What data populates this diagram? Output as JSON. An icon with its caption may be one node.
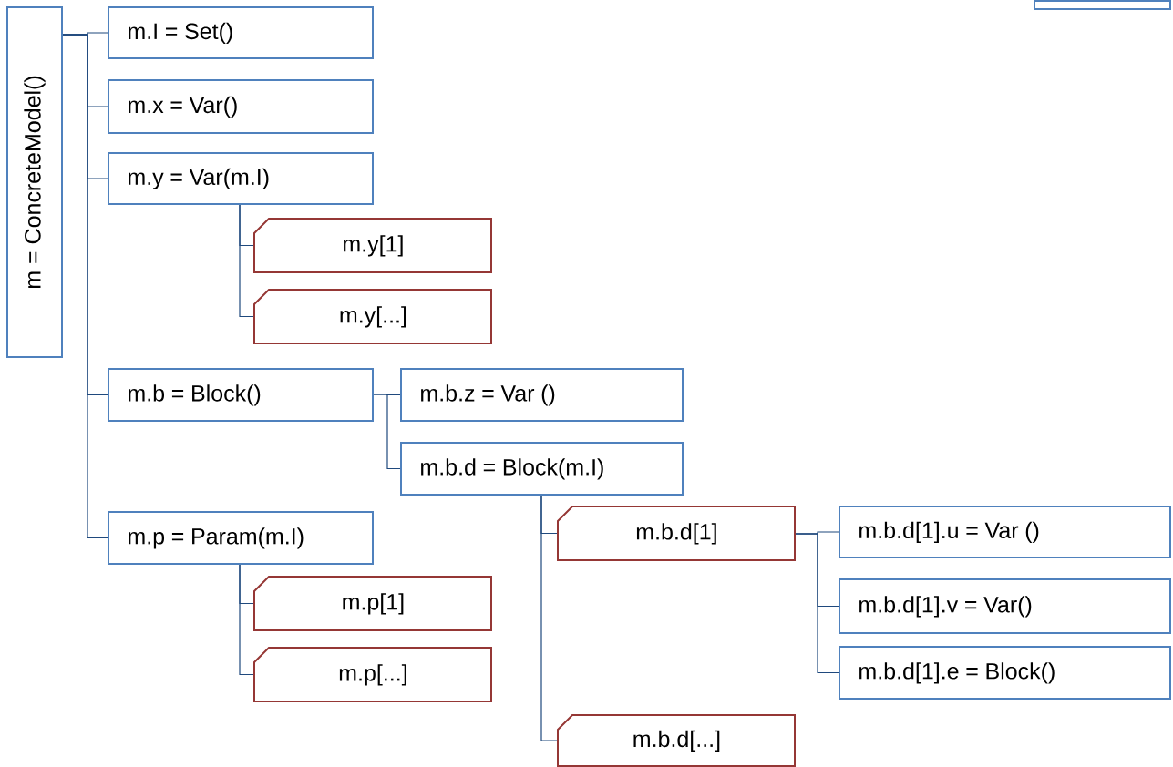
{
  "diagram": {
    "nodes": [
      {
        "text": [
          "m = ConcreteModel()"
        ]
      },
      {
        "text": [
          "m.I = Set()"
        ]
      },
      {
        "text": [
          "m.x = Var()"
        ]
      },
      {
        "text": [
          "m.y = Var(m.I)"
        ]
      },
      {
        "text": [
          "m.y[1]"
        ]
      },
      {
        "text": [
          "m.y[...]"
        ]
      },
      {
        "text": [
          "m.b = Block()"
        ]
      },
      {
        "text": [
          "m.b.z = Var ()"
        ]
      },
      {
        "text": [
          "m.b.d = Block(m.I)"
        ]
      },
      {
        "text": [
          "m.b.d[1]"
        ]
      },
      {
        "text": [
          "m.b.d[1].u = Var ()"
        ]
      },
      {
        "text": [
          "m.b.d[1].v = Var()"
        ]
      },
      {
        "text": [
          "m.b.d[1].e = Block()"
        ]
      },
      {
        "text": [
          "m.b.d[...]"
        ]
      },
      {
        "text": [
          "m.p = Param(m.I)"
        ]
      },
      {
        "text": [
          "m.p[1]"
        ]
      },
      {
        "text": [
          "m.p[...]"
        ]
      },
      {
        "text": [],
        "shape": "box"
      }
    ],
    "edges": [
      {
        "from": 0,
        "to": 1,
        "arrow": "none"
      },
      {
        "from": 0,
        "to": 2,
        "arrow": "none"
      },
      {
        "from": 0,
        "to": 3,
        "arrow": "none"
      },
      {
        "from": 3,
        "to": 4,
        "arrow": "none"
      },
      {
        "from": 3,
        "to": 5,
        "arrow": "none"
      },
      {
        "from": 0,
        "to": 6,
        "arrow": "none"
      },
      {
        "from": 6,
        "to": 7,
        "arrow": "none"
      },
      {
        "from": 6,
        "to": 8,
        "arrow": "none"
      },
      {
        "from": 8,
        "to": 9,
        "arrow": "none"
      },
      {
        "from": 9,
        "to": 10,
        "arrow": "none"
      },
      {
        "from": 9,
        "to": 11,
        "arrow": "none"
      },
      {
        "from": 9,
        "to": 12,
        "arrow": "none"
      },
      {
        "from": 8,
        "to": 13,
        "arrow": "none"
      },
      {
        "from": 0,
        "to": 14,
        "arrow": "none"
      },
      {
        "from": 14,
        "to": 15,
        "arrow": "none"
      },
      {
        "from": 14,
        "to": 16,
        "arrow": "none"
      }
    ]
  }
}
